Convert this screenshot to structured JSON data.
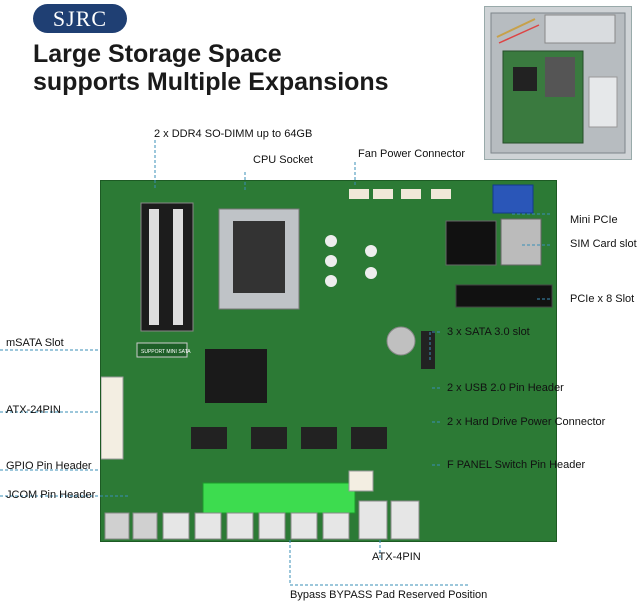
{
  "brand": "SJRC",
  "headline": {
    "line1": "Large Storage Space",
    "line2": "supports Multiple Expansions"
  },
  "labels": {
    "ddr4": "2 x DDR4 SO-DIMM up to 64GB",
    "cpu_socket": "CPU Socket",
    "fan_power": "Fan Power Connector",
    "mini_pcie": "Mini PCIe",
    "sim_slot": "SIM Card slot",
    "pcie_x8": "PCIe x 8 Slot",
    "msata": "mSATA Slot",
    "sata": "3 x SATA 3.0 slot",
    "usb2": "2 x USB 2.0 Pin Header",
    "atx24": "ATX-24PIN",
    "hdd_power": "2 x Hard Drive Power Connector",
    "gpio": "GPIO Pin Header",
    "fpanel": "F PANEL Switch Pin Header",
    "jcom": "JCOM Pin Header",
    "atx4": "ATX-4PIN",
    "bypass": "Bypass BYPASS Pad Reserved Position"
  },
  "board_text": {
    "msata_silk": "SUPPORT MINI SATA"
  },
  "colors": {
    "logo_bg": "#1f3f73",
    "board": "#2c7a35",
    "leader": "#3a8fb7",
    "green_connector": "#3ddc4f"
  }
}
